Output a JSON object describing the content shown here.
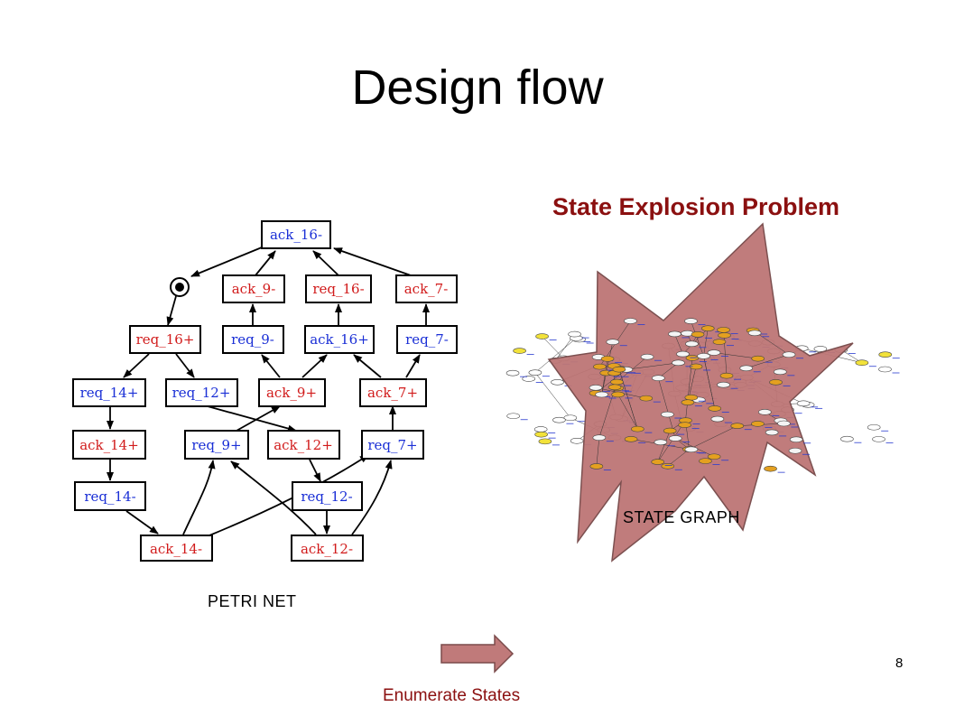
{
  "title": "Design flow",
  "subtitle": "State Explosion Problem",
  "petri_caption": "PETRI NET",
  "state_caption": "STATE GRAPH",
  "action_label": "Enumerate States",
  "page_number": "8",
  "colors": {
    "red_label": "#d11b1b",
    "blue_label": "#1a2fd6",
    "explosion_fill": "#bd7575",
    "heading": "#8b1010",
    "node_fill_orange": "#e4a020",
    "node_fill_yellow": "#f2e23a"
  },
  "petri_net": {
    "nodes": [
      {
        "id": "ack_16-",
        "color": "blue"
      },
      {
        "id": "ack_9-",
        "color": "red"
      },
      {
        "id": "req_16-",
        "color": "red"
      },
      {
        "id": "ack_7-",
        "color": "red"
      },
      {
        "id": "req_16+",
        "color": "red"
      },
      {
        "id": "req_9-",
        "color": "blue"
      },
      {
        "id": "ack_16+",
        "color": "blue"
      },
      {
        "id": "req_7-",
        "color": "blue"
      },
      {
        "id": "req_14+",
        "color": "blue"
      },
      {
        "id": "req_12+",
        "color": "blue"
      },
      {
        "id": "ack_9+",
        "color": "red"
      },
      {
        "id": "ack_7+",
        "color": "red"
      },
      {
        "id": "ack_14+",
        "color": "red"
      },
      {
        "id": "req_9+",
        "color": "blue"
      },
      {
        "id": "ack_12+",
        "color": "red"
      },
      {
        "id": "req_7+",
        "color": "blue"
      },
      {
        "id": "req_14-",
        "color": "blue"
      },
      {
        "id": "req_12-",
        "color": "blue"
      },
      {
        "id": "ack_14-",
        "color": "red"
      },
      {
        "id": "ack_12-",
        "color": "red"
      }
    ]
  }
}
